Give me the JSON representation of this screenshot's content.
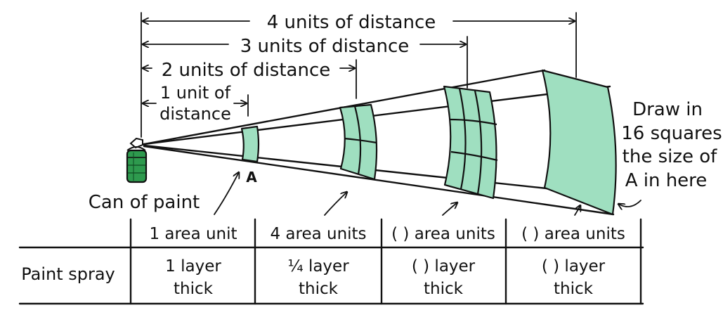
{
  "dimensions": {
    "d4": "4 units of distance",
    "d3": "3 units of distance",
    "d2": "2 units of distance",
    "d1_line1": "1 unit of",
    "d1_line2": "distance"
  },
  "labels": {
    "can": "Can of paint",
    "square_a": "A",
    "instruction": [
      "Draw in",
      "16 squares",
      "the size of",
      "A in here"
    ]
  },
  "table": {
    "row_header": "Paint spray",
    "areas": [
      "1 area unit",
      "4 area units",
      "(  ) area units",
      "(  ) area units"
    ],
    "thickness_line1": [
      "1 layer",
      "¼ layer",
      "(  ) layer",
      "(  ) layer"
    ],
    "thickness_line2": [
      "thick",
      "thick",
      "thick",
      "thick"
    ]
  },
  "colors": {
    "panel_fill": "#9fdfc0",
    "can_green": "#2e9a4e",
    "ink": "#111111"
  }
}
